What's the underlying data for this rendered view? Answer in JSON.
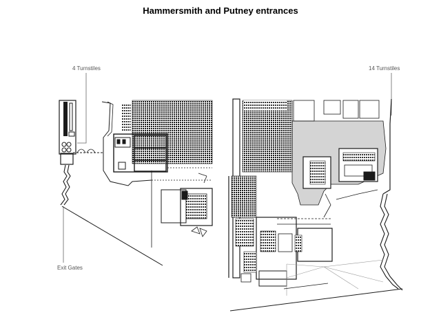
{
  "title": "Hammersmith and Putney entrances",
  "labels": {
    "left_turnstiles": "4 Turnstiles",
    "right_turnstiles": "14 Turnstiles",
    "exit_gates": "Exit Gates"
  },
  "colors": {
    "line": "#1a1a1a",
    "callout_line": "#666666",
    "shaded_area": "#d4d4d4",
    "background": "#ffffff"
  }
}
